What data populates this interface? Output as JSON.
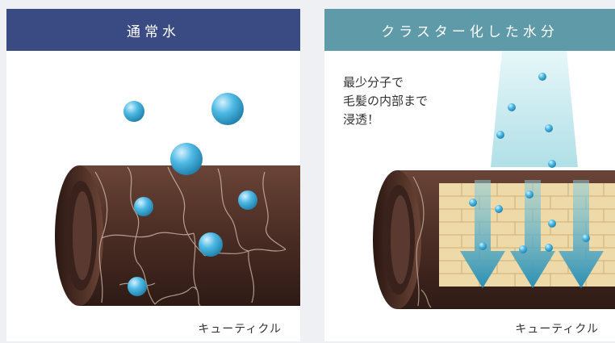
{
  "panels": {
    "left": {
      "title": "通常水",
      "label": "キューティクル"
    },
    "right": {
      "title": "クラスター化した水分",
      "caption": "最少分子で\n毛髪の内部まで\n浸透！",
      "label": "キューティクル"
    }
  },
  "colors": {
    "header_left": "#3a4a83",
    "header_right": "#5f9aa8",
    "hair": "#4e3128",
    "water_droplet": "#37a8d5",
    "brick": "#eed9a8",
    "arrow": "#3a99b8"
  },
  "icons": [
    "water-droplet-icon",
    "hair-shaft-icon",
    "down-arrow-icon"
  ]
}
